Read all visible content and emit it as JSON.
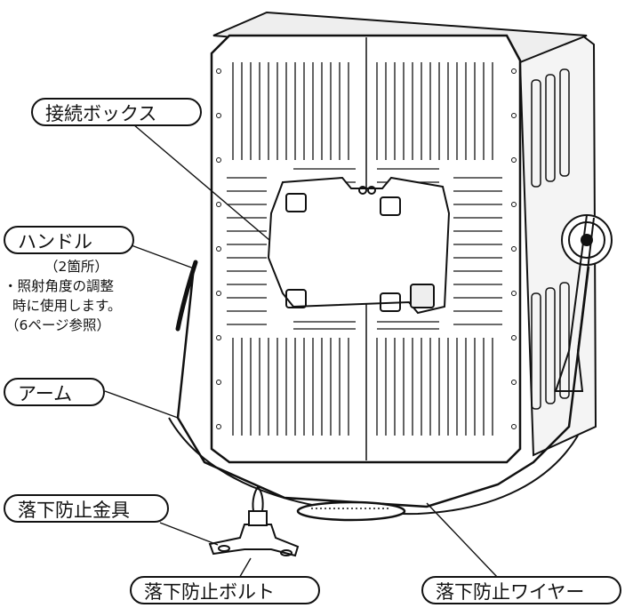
{
  "labels": {
    "junction_box": "接続ボックス",
    "handle": "ハンドル",
    "handle_count": "（2箇所）",
    "handle_note": [
      "・照射角度の調整",
      "時に使用します。",
      "（6ページ参照）"
    ],
    "arm": "アーム",
    "fall_prevention_bracket": "落下防止金具",
    "fall_prevention_bolt": "落下防止ボルト",
    "fall_prevention_wire": "落下防止ワイヤー"
  }
}
